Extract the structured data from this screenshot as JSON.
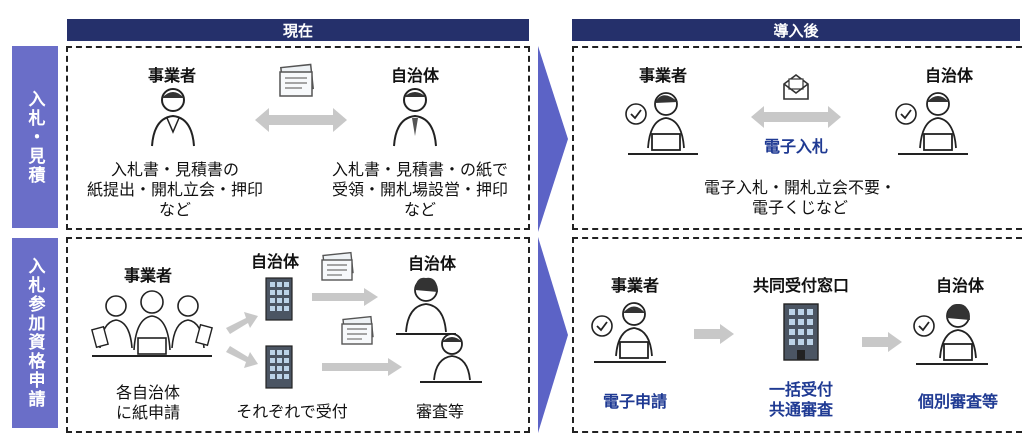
{
  "headers": {
    "current": "現在",
    "after": "導入後"
  },
  "rows": {
    "bidding": "入札・見積",
    "qualification": "入札参加資格申請"
  },
  "bidding_current": {
    "left_actor": "事業者",
    "right_actor": "自治体",
    "left_text": "入札書・見積書の\n紙提出・開札立会・押印\nなど",
    "right_text": "入札書・見積書・の紙で\n受領・開札場設営・押印\nなど"
  },
  "bidding_after": {
    "left_actor": "事業者",
    "right_actor": "自治体",
    "center_label": "電子入札",
    "bottom_text": "電子入札・開札立会不要・\n電子くじなど"
  },
  "qual_current": {
    "left_actor": "事業者",
    "mid_actor": "自治体",
    "right_actor": "自治体",
    "left_text": "各自治体\nに紙申請",
    "mid_text": "それぞれで受付",
    "right_text": "審査等"
  },
  "qual_after": {
    "left_actor": "事業者",
    "mid_actor": "共同受付窓口",
    "right_actor": "自治体",
    "left_text": "電子申請",
    "mid_text": "一括受付\n共通審査",
    "right_text": "個別審査等"
  },
  "colors": {
    "header": "#25306b",
    "row_label": "#6a6ec8",
    "arrow_big": "#5c63c6",
    "arrow_small": "#c8c8c8",
    "accent_text": "#1f3a93"
  },
  "icons": [
    "person-icon",
    "laptop-person-icon",
    "document-stack-icon",
    "building-icon",
    "envelope-icon",
    "checkmark-bubble-icon",
    "double-arrow-icon",
    "right-arrow-icon"
  ]
}
